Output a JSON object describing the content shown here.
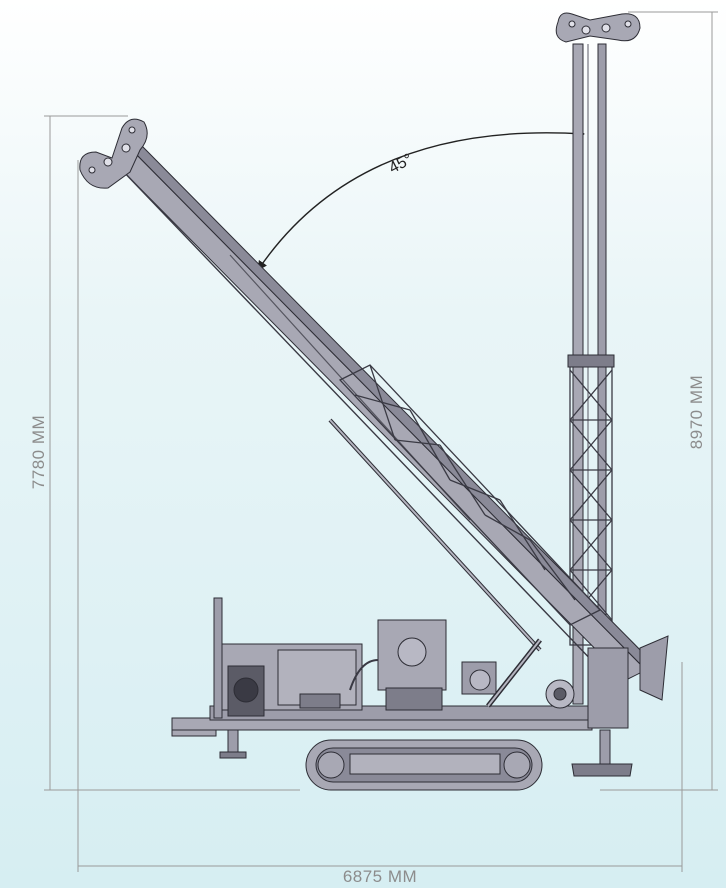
{
  "dimensions": {
    "left_height": "7780 MM",
    "right_height": "8970 MM",
    "bottom_width": "6875 MM"
  },
  "annotations": {
    "mast_angle": "45°"
  },
  "colors": {
    "machine_fill": "#a8a8b4",
    "machine_dark": "#5b5b66",
    "machine_outline": "#2d2d35",
    "dimension_line": "#9a9a9a"
  }
}
